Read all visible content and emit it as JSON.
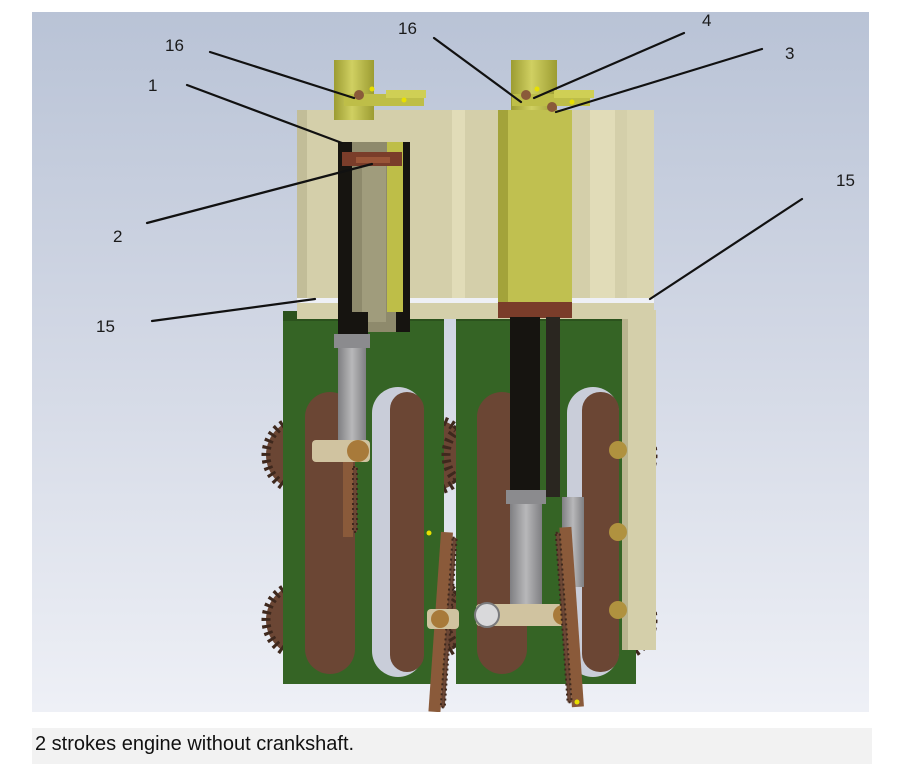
{
  "figure": {
    "callouts": [
      {
        "id": "left-16",
        "label": "16"
      },
      {
        "id": "left-1",
        "label": "1"
      },
      {
        "id": "left-2",
        "label": "2"
      },
      {
        "id": "left-15",
        "label": "15"
      },
      {
        "id": "right-16",
        "label": "16"
      },
      {
        "id": "right-4",
        "label": "4"
      },
      {
        "id": "right-3",
        "label": "3"
      },
      {
        "id": "right-15",
        "label": "15"
      }
    ]
  },
  "caption": "2 strokes engine without crankshaft.",
  "colors": {
    "background_top": "#b9c3d6",
    "background_bottom": "#eef0f6",
    "cylinder_block": "#d4cfaa",
    "frame_green": "#356425",
    "gear_brown": "#6b4634",
    "piston_olive": "#bebe48",
    "dark_cylinder": "#161410",
    "rod_grey": "#9a9a9c"
  }
}
